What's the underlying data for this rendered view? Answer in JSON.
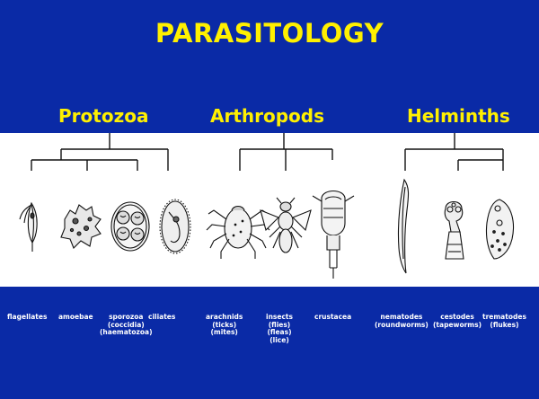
{
  "slide": {
    "title": "PARASITOLOGY",
    "background_color": "#0a2aa6",
    "title_color": "#fff000"
  },
  "groups": [
    {
      "name": "Protozoa",
      "members": [
        {
          "name": "flagellates",
          "notes": []
        },
        {
          "name": "amoebae",
          "notes": []
        },
        {
          "name": "sporozoa",
          "notes": [
            "(coccidia)",
            "(haematozoa)"
          ]
        },
        {
          "name": "ciliates",
          "notes": []
        }
      ]
    },
    {
      "name": "Arthropods",
      "members": [
        {
          "name": "arachnids",
          "notes": [
            "(ticks)",
            "(mites)"
          ]
        },
        {
          "name": "insects",
          "notes": [
            "(flies)",
            "(fleas)",
            "(lice)"
          ]
        },
        {
          "name": "crustacea",
          "notes": []
        }
      ]
    },
    {
      "name": "Helminths",
      "members": [
        {
          "name": "nematodes",
          "notes": [
            "(roundworms)"
          ]
        },
        {
          "name": "cestodes",
          "notes": [
            "(tapeworms)"
          ]
        },
        {
          "name": "trematodes",
          "notes": [
            "(flukes)"
          ]
        }
      ]
    }
  ],
  "illustrations": [
    "flagellate",
    "amoeba",
    "coccidia-oocyst",
    "ciliate",
    "tick",
    "fly",
    "copepod",
    "roundworm",
    "tapeworm-scolex",
    "fluke"
  ]
}
